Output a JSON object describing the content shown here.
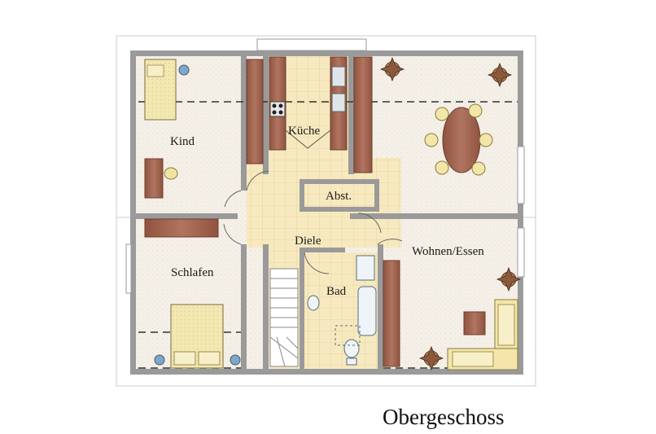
{
  "plan": {
    "caption": "Obergeschoss",
    "rooms": {
      "kind": "Kind",
      "kueche": "Küche",
      "abst": "Abst.",
      "diele": "Diele",
      "schlafen": "Schlafen",
      "bad": "Bad",
      "wohnen": "Wohnen/Essen"
    },
    "colors": {
      "wall": "#9a9a9a",
      "floor": "#f4efe6",
      "tile": "#f6e6b8",
      "furniture": "#a0634d",
      "bed": "#f3e6a8",
      "plant": "#8b5a3c"
    }
  }
}
